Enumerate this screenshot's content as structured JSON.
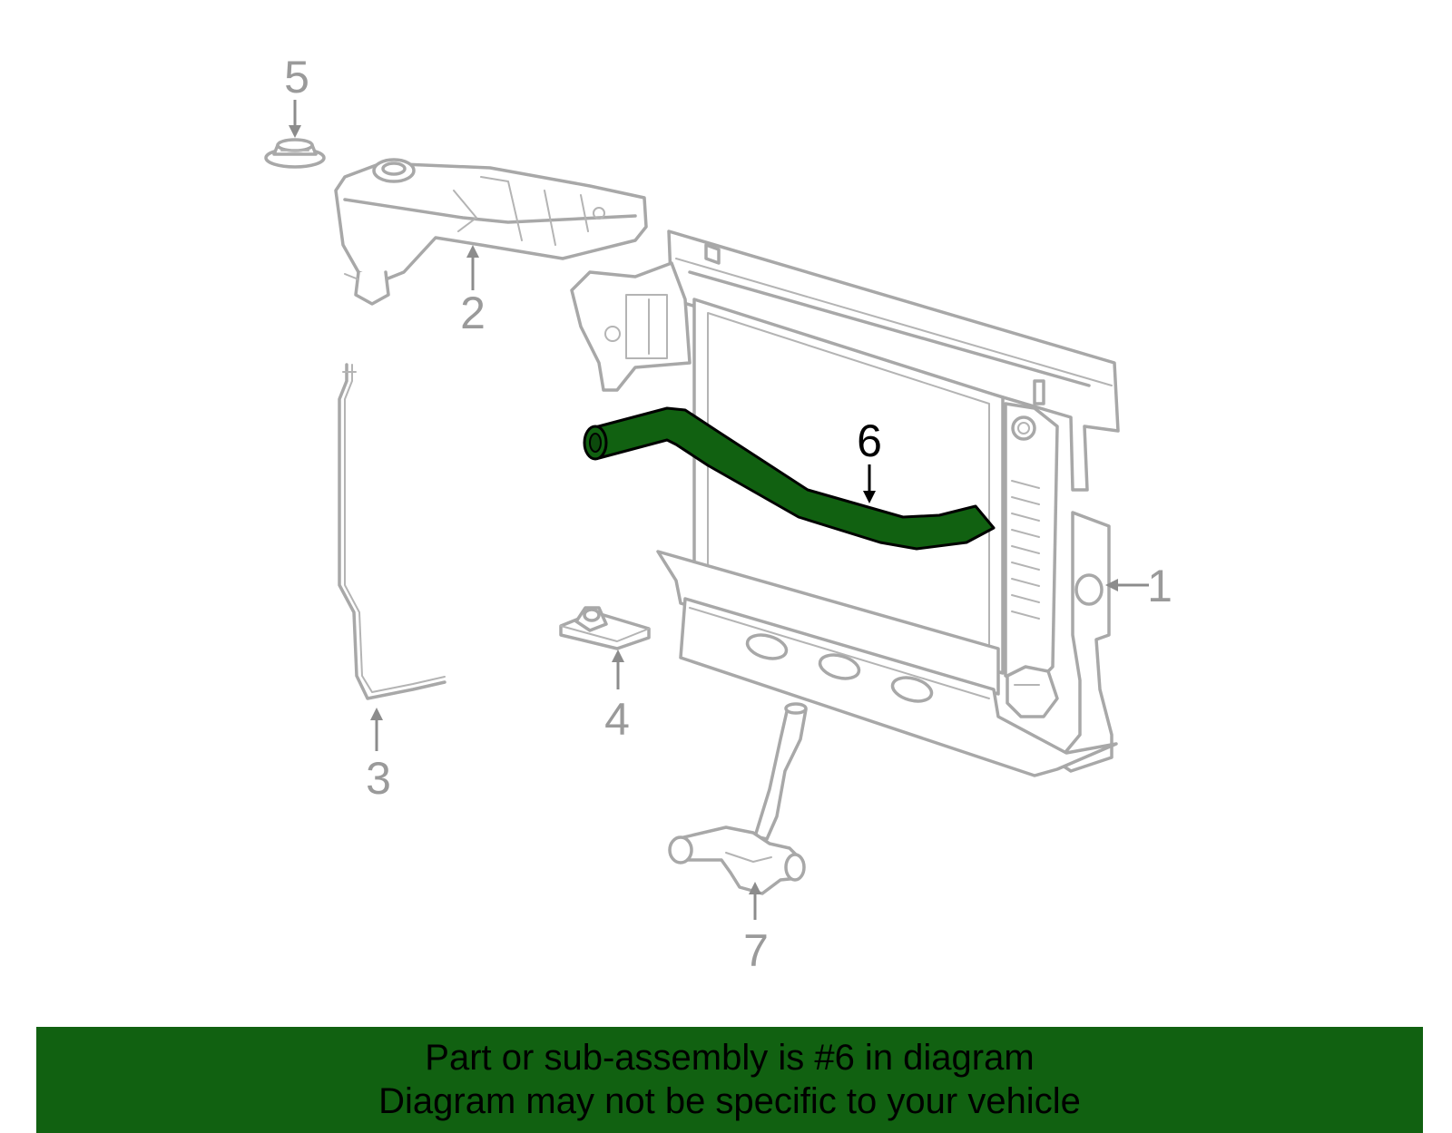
{
  "diagram": {
    "highlight_color": "#116111",
    "callouts": [
      {
        "id": "1",
        "label": "1"
      },
      {
        "id": "2",
        "label": "2"
      },
      {
        "id": "3",
        "label": "3"
      },
      {
        "id": "4",
        "label": "4"
      },
      {
        "id": "5",
        "label": "5"
      },
      {
        "id": "6",
        "label": "6",
        "highlighted": true
      },
      {
        "id": "7",
        "label": "7"
      }
    ]
  },
  "banner": {
    "line1": "Part or sub-assembly is #6 in diagram",
    "line2": "Diagram may not be specific to your vehicle",
    "background": "#116111"
  }
}
